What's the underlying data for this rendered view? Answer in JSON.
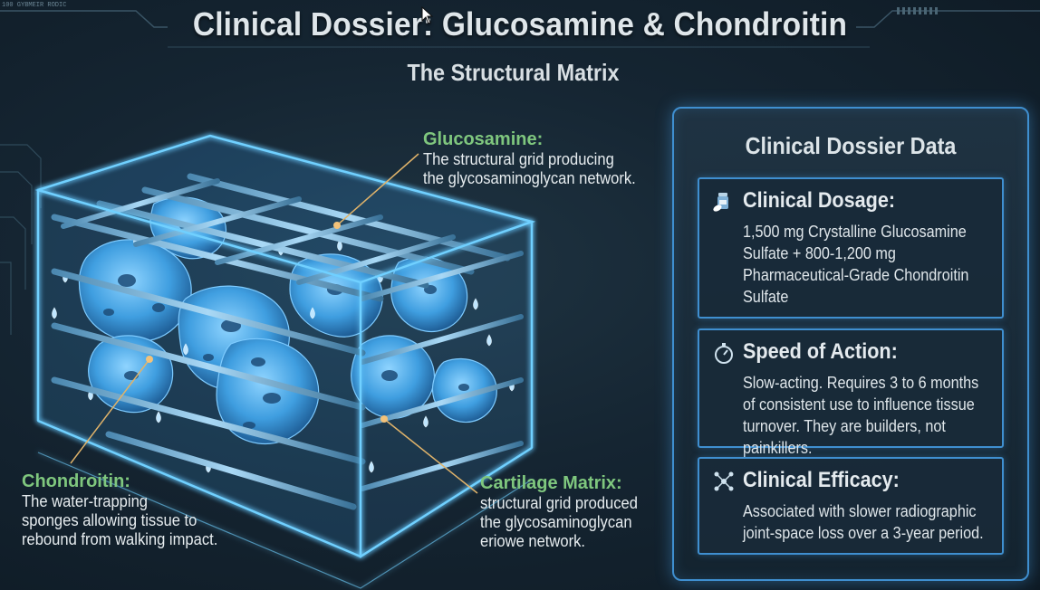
{
  "header": {
    "title": "Clinical Dossier: Glucosamine & Chondroitin",
    "subtitle": "The Structural Matrix",
    "corner_text": "100 GYBMEIR RODIC"
  },
  "annotations": {
    "glucosamine": {
      "heading": "Glucosamine:",
      "lines": [
        "The structural grid producing",
        "the glycosaminoglycan network."
      ]
    },
    "chondroitin": {
      "heading": "Chondroitin:",
      "lines": [
        "The water-trapping",
        "sponges allowing tissue to",
        "rebound from walking impact."
      ]
    },
    "cartilage": {
      "heading": "Cartilage Matrix:",
      "lines": [
        "structural grid produced",
        "the glycosaminoglycan",
        "eriowe network."
      ]
    }
  },
  "panel": {
    "title": "Clinical Dossier Data",
    "cards": [
      {
        "icon": "pill-bottle-icon",
        "heading": "Clinical Dosage:",
        "lines": [
          "1,500 mg Crystalline Glucosamine",
          "Sulfate + 800-1,200 mg",
          "Pharmaceutical-Grade Chondroitin",
          "Sulfate"
        ]
      },
      {
        "icon": "stopwatch-icon",
        "heading": "Speed of Action:",
        "lines": [
          "Slow-acting. Requires 3 to 6 months",
          "of consistent use to influence tissue",
          "turnover. They are builders, not painkillers."
        ]
      },
      {
        "icon": "molecule-icon",
        "heading": "Clinical Efficacy:",
        "lines": [
          "Associated with slower radiographic",
          "joint-space loss over a 3-year period."
        ]
      }
    ]
  },
  "colors": {
    "accent_blue": "#3f8fd0",
    "heading_green": "#7fc77e",
    "background": "#152532",
    "leader_line": "#e0b36a"
  }
}
